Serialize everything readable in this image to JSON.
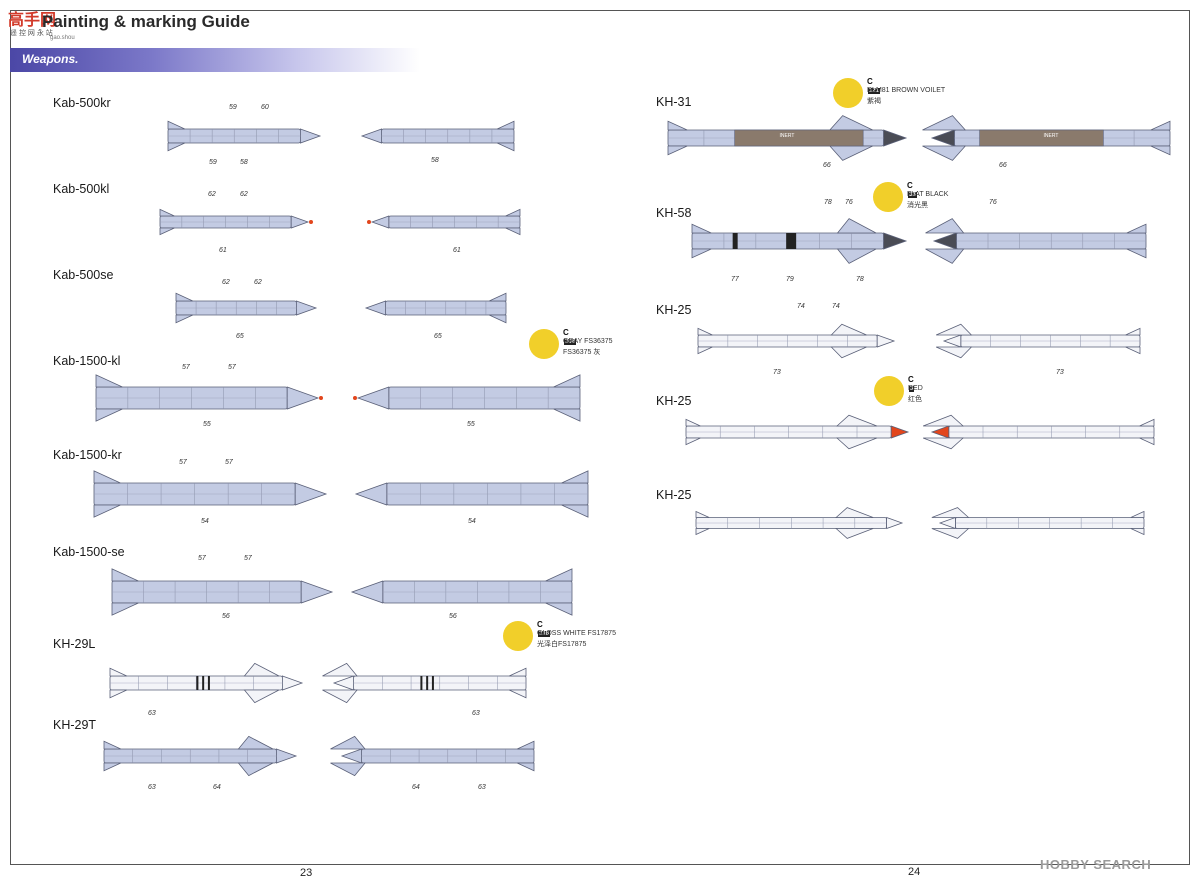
{
  "header": {
    "title": "Painting & marking Guide",
    "section": "Weapons.",
    "watermark_logo": "高手网",
    "watermark_sub": "遥 控 网 永 站",
    "watermark_url": "gao.shou"
  },
  "left_weapons": [
    {
      "label": "Kab-500kr",
      "callouts": [
        "59",
        "60",
        "59",
        "58",
        "58"
      ]
    },
    {
      "label": "Kab-500kl",
      "callouts": [
        "62",
        "62",
        "61",
        "61"
      ]
    },
    {
      "label": "Kab-500se",
      "callouts": [
        "62",
        "62",
        "65",
        "65"
      ]
    },
    {
      "label": "Kab-1500-kl",
      "callouts": [
        "57",
        "57",
        "55",
        "55"
      ]
    },
    {
      "label": "Kab-1500-kr",
      "callouts": [
        "57",
        "57",
        "54",
        "54"
      ]
    },
    {
      "label": "Kab-1500-se",
      "callouts": [
        "57",
        "57",
        "56",
        "56"
      ]
    },
    {
      "label": "KH-29L",
      "callouts": [
        "63",
        "63"
      ]
    },
    {
      "label": "KH-29T",
      "callouts": [
        "63",
        "64",
        "64",
        "63"
      ]
    }
  ],
  "right_weapons": [
    {
      "label": "KH-31",
      "callouts": [
        "66",
        "66"
      ]
    },
    {
      "label": "KH-58",
      "callouts": [
        "78",
        "76",
        "76",
        "77",
        "79",
        "78"
      ]
    },
    {
      "label": "KH-25",
      "callouts": [
        "74",
        "74",
        "73",
        "73"
      ]
    },
    {
      "label": "KH-25",
      "callouts": []
    },
    {
      "label": "KH-25",
      "callouts": []
    }
  ],
  "paints": {
    "gray": {
      "code": "C",
      "num": "308",
      "line1": "GRAY FS36375",
      "line2": "FS36375 灰"
    },
    "white": {
      "code": "C",
      "num": "316",
      "line1": "GLOSS WHITE FS17875",
      "line2": "光泽白FS17875"
    },
    "brown": {
      "code": "C",
      "num": "121",
      "line1": "RLM81 BROWN VOILET",
      "line2": "紫褐"
    },
    "black": {
      "code": "C",
      "num": "33",
      "line1": "FLAT BLACK",
      "line2": "消光黑"
    },
    "red": {
      "code": "C",
      "num": "3",
      "line1": "RED",
      "line2": "红色"
    }
  },
  "stencil": {
    "inert": "INERT"
  },
  "pages": {
    "left": "23",
    "right": "24"
  },
  "footer": {
    "brand": "HOBBY SEARCH"
  },
  "colors": {
    "missile_blue": "#c3cbe3",
    "missile_white": "#f3f4f8",
    "brown_violet": "#8a7a6c",
    "black_tip": "#4a4c55",
    "red_tip": "#e2461c",
    "paint_yellow": "#f1cf2a",
    "band_blue": "#4b47a6"
  }
}
